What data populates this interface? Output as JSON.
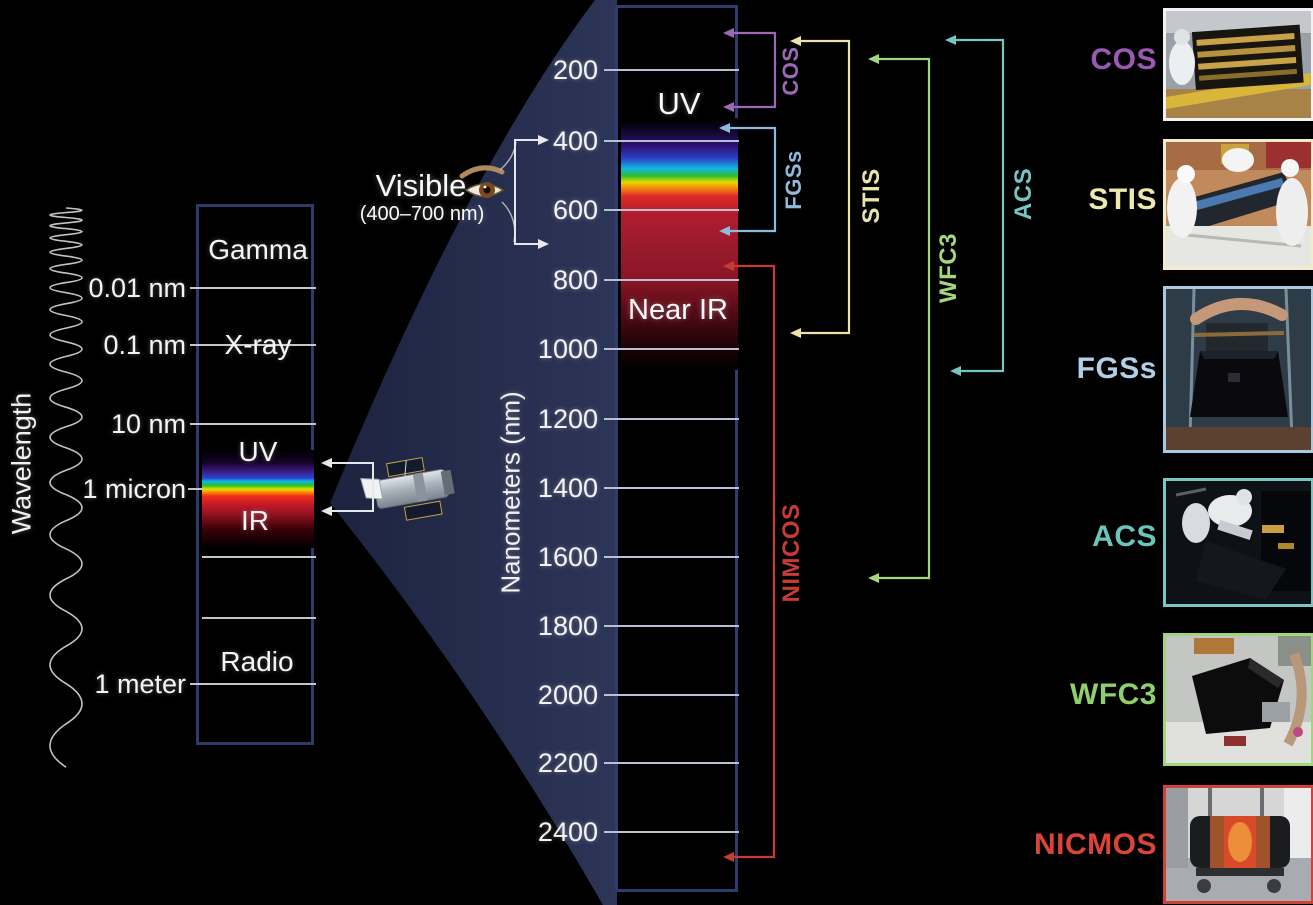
{
  "left_scale": {
    "axis_label": "Wavelength",
    "ticks": [
      "0.01 nm",
      "0.1 nm",
      "10 nm",
      "1 micron",
      "1 meter"
    ],
    "regions": [
      "Gamma",
      "X-ray",
      "UV",
      "IR",
      "Radio"
    ]
  },
  "visible_callout": {
    "label": "Visible",
    "range": "(400–700 nm)"
  },
  "nm_scale": {
    "axis_label": "Nanometers (nm)",
    "ticks": [
      "200",
      "400",
      "600",
      "800",
      "1000",
      "1200",
      "1400",
      "1600",
      "1800",
      "2000",
      "2200",
      "2400"
    ],
    "regions": [
      "UV",
      "Near IR"
    ]
  },
  "brackets": [
    {
      "label": "COS",
      "color": "#9d68b8"
    },
    {
      "label": "FGSs",
      "color": "#8fbade"
    },
    {
      "label": "STIS",
      "color": "#e9e4ac"
    },
    {
      "label": "WFC3",
      "color": "#a4d67e"
    },
    {
      "label": "ACS",
      "color": "#75c6c2"
    },
    {
      "label": "NIMCOS",
      "color": "#c63b33"
    }
  ],
  "instruments": [
    {
      "label": "COS",
      "color": "#9b59b6"
    },
    {
      "label": "STIS",
      "color": "#eee8b0"
    },
    {
      "label": "FGSs",
      "color": "#b0cfe8"
    },
    {
      "label": "ACS",
      "color": "#6cc5bd"
    },
    {
      "label": "WFC3",
      "color": "#8ed06c"
    },
    {
      "label": "NICMOS",
      "color": "#da4538"
    }
  ]
}
